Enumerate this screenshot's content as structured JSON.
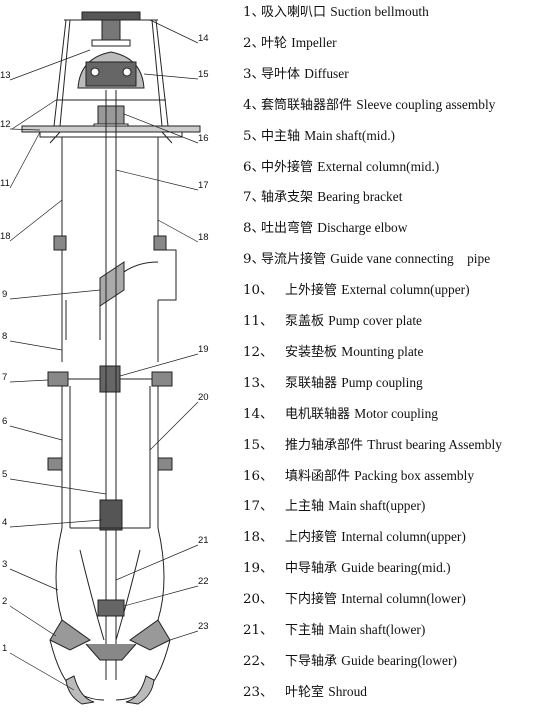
{
  "legend": [
    {
      "num": "1、",
      "cn": "吸入喇叭口",
      "en": "Suction bellmouth"
    },
    {
      "num": "2、",
      "cn": "叶轮",
      "en": "Impeller"
    },
    {
      "num": "3、",
      "cn": "导叶体",
      "en": "Diffuser"
    },
    {
      "num": "4、",
      "cn": "套筒联轴器部件",
      "en": "Sleeve coupling assembly"
    },
    {
      "num": "5、",
      "cn": "中主轴",
      "en": "Main shaft(mid.)"
    },
    {
      "num": "6、",
      "cn": "中外接管",
      "en": "External column(mid.)"
    },
    {
      "num": "7、",
      "cn": "轴承支架",
      "en": "Bearing bracket"
    },
    {
      "num": "8、",
      "cn": "吐出弯管",
      "en": "Discharge elbow"
    },
    {
      "num": "9、",
      "cn": "导流片接管",
      "en": "Guide vane connecting    pipe"
    },
    {
      "num": "10、",
      "cn": "上外接管",
      "en": "External column(upper)"
    },
    {
      "num": "11、",
      "cn": "泵盖板",
      "en": "Pump cover plate"
    },
    {
      "num": "12、",
      "cn": "安装垫板",
      "en": "Mounting plate"
    },
    {
      "num": "13、",
      "cn": "泵联轴器",
      "en": "Pump coupling"
    },
    {
      "num": "14、",
      "cn": "电机联轴器",
      "en": "Motor coupling"
    },
    {
      "num": "15、",
      "cn": "推力轴承部件",
      "en": "Thrust bearing Assembly"
    },
    {
      "num": "16、",
      "cn": "填料函部件",
      "en": "Packing box assembly"
    },
    {
      "num": "17、",
      "cn": "上主轴",
      "en": "Main shaft(upper)"
    },
    {
      "num": "18、",
      "cn": "上内接管",
      "en": "Internal column(upper)"
    },
    {
      "num": "19、",
      "cn": "中导轴承",
      "en": "Guide bearing(mid.)"
    },
    {
      "num": "20、",
      "cn": "下内接管",
      "en": "Internal column(lower)"
    },
    {
      "num": "21、",
      "cn": "下主轴",
      "en": "Main shaft(lower)"
    },
    {
      "num": "22、",
      "cn": "下导轴承",
      "en": "Guide bearing(lower)"
    },
    {
      "num": "23、",
      "cn": "叶轮室",
      "en": "Shroud"
    }
  ],
  "callouts": {
    "c1": "1",
    "c2": "2",
    "c3": "3",
    "c4": "4",
    "c5": "5",
    "c6": "6",
    "c7": "7",
    "c8": "8",
    "c9": "9",
    "c11": "11",
    "c12": "12",
    "c13": "13",
    "c14": "14",
    "c15": "15",
    "c16": "16",
    "c17": "17",
    "c18a": "18",
    "c18b": "18",
    "c19": "19",
    "c20": "20",
    "c21": "21",
    "c22": "22",
    "c23": "23"
  }
}
